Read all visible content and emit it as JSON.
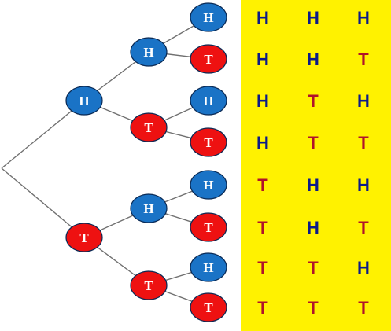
{
  "colors": {
    "heads_node": "#1a73c6",
    "tails_node": "#ee1111",
    "node_stroke": "#0a2a55",
    "edge": "#707070",
    "panel_bg": "#fff200",
    "heads_text": "#0b1a8a",
    "tails_text": "#b0132a"
  },
  "tree": {
    "level1": [
      "H",
      "T"
    ],
    "level2": [
      "H",
      "T",
      "H",
      "T"
    ],
    "level3": [
      "H",
      "T",
      "H",
      "T",
      "H",
      "T",
      "H",
      "T"
    ]
  },
  "outcomes": [
    [
      "H",
      "H",
      "H"
    ],
    [
      "H",
      "H",
      "T"
    ],
    [
      "H",
      "T",
      "H"
    ],
    [
      "H",
      "T",
      "T"
    ],
    [
      "T",
      "H",
      "H"
    ],
    [
      "T",
      "H",
      "T"
    ],
    [
      "T",
      "T",
      "H"
    ],
    [
      "T",
      "T",
      "T"
    ]
  ]
}
